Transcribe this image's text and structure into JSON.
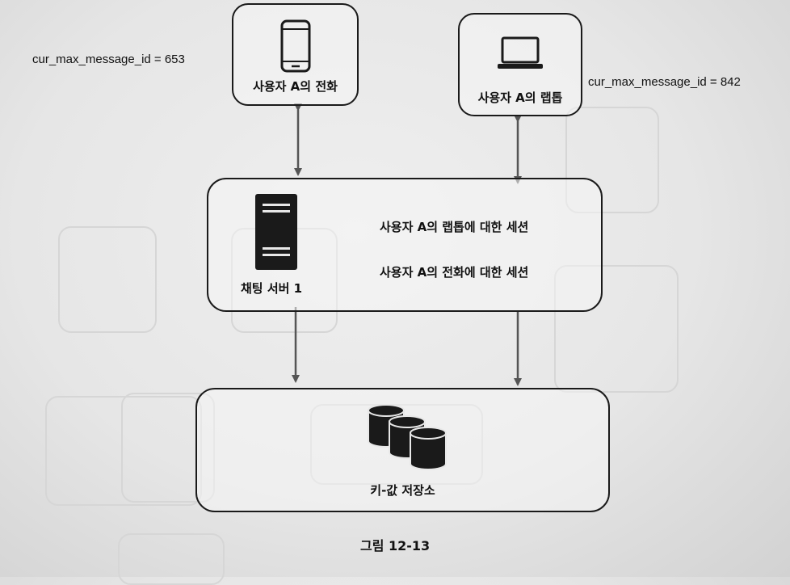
{
  "nodes": {
    "phone": {
      "label": "사용자 A의 전화",
      "icon": "smartphone-icon"
    },
    "laptop": {
      "label": "사용자 A의 랩톱",
      "icon": "laptop-icon"
    },
    "server": {
      "label": "채팅 서버 1",
      "icon": "server-icon",
      "sessions": [
        "사용자 A의 랩톱에 대한 세션",
        "사용자 A의 전화에 대한 세션"
      ]
    },
    "storage": {
      "label": "키-값 저장소",
      "icon": "database-icon"
    }
  },
  "annotations": {
    "phone_max_id": "cur_max_message_id = 653",
    "laptop_max_id": "cur_max_message_id = 842"
  },
  "caption": "그림 12-13",
  "colors": {
    "stroke": "#1a1a1a",
    "arrow": "#555555",
    "background": "#e8e8e8"
  }
}
